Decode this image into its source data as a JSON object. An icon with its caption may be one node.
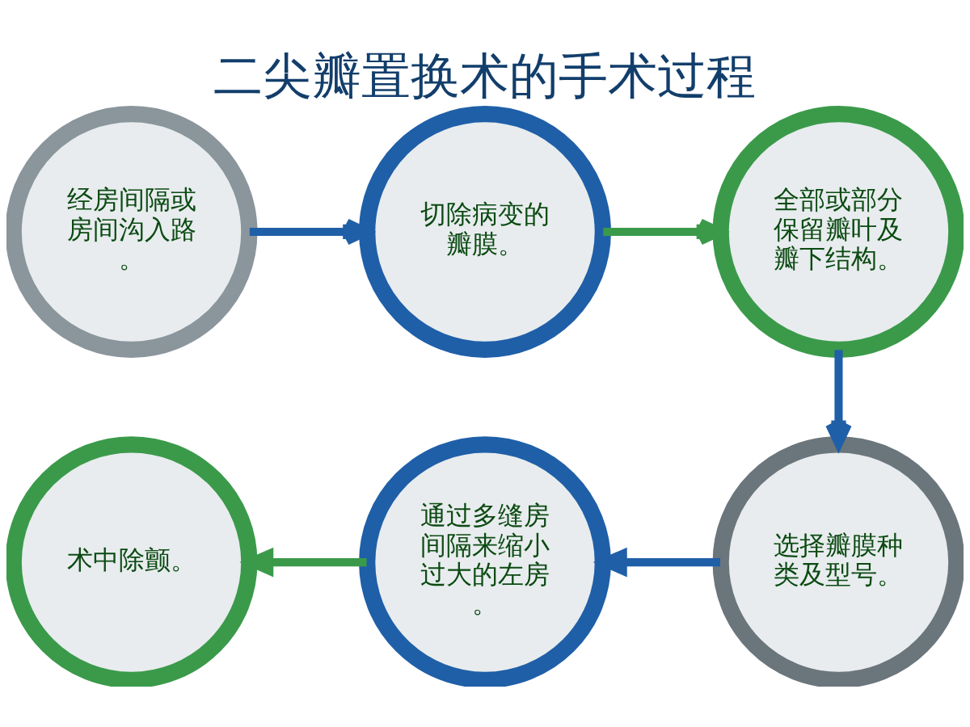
{
  "diagram": {
    "title": "二尖瓣置换术的手术过程",
    "nodes": [
      {
        "text": [
          "经房间隔或房间沟入路。"
        ]
      },
      {
        "text": [
          "切除病变的瓣膜。"
        ]
      },
      {
        "text": [
          "全部或部分保留瓣叶及瓣下结构。"
        ]
      },
      {
        "text": [
          "术中除颤。"
        ]
      },
      {
        "text": [
          "通过多缝房间隔来缩小过大的左房。"
        ]
      },
      {
        "text": [
          "选择瓣膜种类及型号。"
        ]
      }
    ],
    "edges": [
      {
        "from": 0,
        "to": 1,
        "arrow": "to"
      },
      {
        "from": 1,
        "to": 2,
        "arrow": "to",
        "color": "#3a9a4a"
      },
      {
        "from": 2,
        "to": 5,
        "arrow": "to"
      },
      {
        "from": 5,
        "to": 4,
        "arrow": "to"
      },
      {
        "from": 4,
        "to": 3,
        "arrow": "to",
        "color": "#3a9a4a"
      }
    ]
  }
}
